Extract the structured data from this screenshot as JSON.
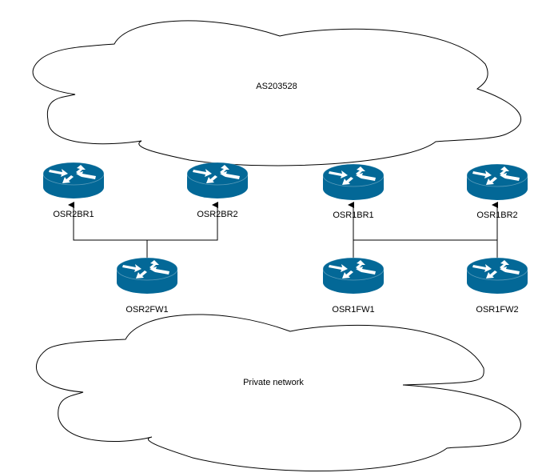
{
  "colors": {
    "router_fill": "#036897",
    "router_glyph": "#ffffff",
    "edge": "#000000",
    "cloud_stroke": "#000000",
    "cloud_fill": "#ffffff"
  },
  "clouds": [
    {
      "id": "as203528",
      "label": "AS203528"
    },
    {
      "id": "private-network",
      "label": "Private network"
    }
  ],
  "nodes": [
    {
      "id": "osr2br1",
      "label": "OSR2BR1",
      "icon": "router-icon"
    },
    {
      "id": "osr2br2",
      "label": "OSR2BR2",
      "icon": "router-icon"
    },
    {
      "id": "osr1br1",
      "label": "OSR1BR1",
      "icon": "router-icon"
    },
    {
      "id": "osr1br2",
      "label": "OSR1BR2",
      "icon": "router-icon"
    },
    {
      "id": "osr2fw1",
      "label": "OSR2FW1",
      "icon": "router-icon"
    },
    {
      "id": "osr1fw1",
      "label": "OSR1FW1",
      "icon": "router-icon"
    },
    {
      "id": "osr1fw2",
      "label": "OSR1FW2",
      "icon": "router-icon"
    }
  ],
  "edges": [
    {
      "from": "osr2fw1",
      "to": "osr2br1",
      "arrow": "end"
    },
    {
      "from": "osr2fw1",
      "to": "osr2br2",
      "arrow": "end"
    },
    {
      "from": "osr1fw1",
      "to": "osr1br1",
      "arrow": "end"
    },
    {
      "from": "osr1fw1",
      "to": "osr1br2",
      "arrow": "end"
    },
    {
      "from": "osr1fw2",
      "to": "osr1br1",
      "arrow": "end"
    },
    {
      "from": "osr1fw2",
      "to": "osr1br2",
      "arrow": "end"
    }
  ]
}
